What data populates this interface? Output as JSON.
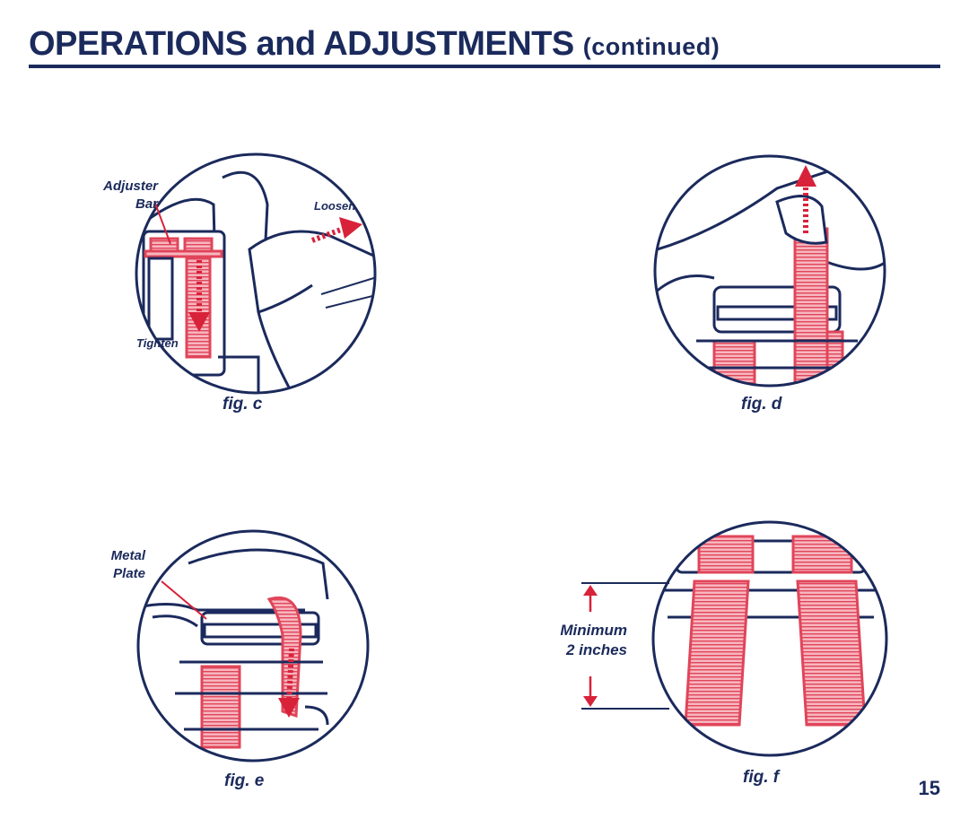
{
  "header": {
    "title_main": "OPERATIONS and ADJUSTMENTS",
    "title_suffix": "(continued)"
  },
  "figures": {
    "c": {
      "caption": "fig. c",
      "adjuster_label_1": "Adjuster",
      "adjuster_label_2": "Bar",
      "loosen_label": "Loosen",
      "tighten_label": "Tighten"
    },
    "d": {
      "caption": "fig. d"
    },
    "e": {
      "caption": "fig. e",
      "plate_label_1": "Metal",
      "plate_label_2": "Plate"
    },
    "f": {
      "caption": "fig. f",
      "minimum_label_1": "Minimum",
      "minimum_label_2": "2 inches"
    }
  },
  "page_number": "15",
  "colors": {
    "ink": "#1b2a5c",
    "strap": "#e0455a",
    "strap_fill": "#f7b6bf",
    "arrow": "#d8223a"
  }
}
